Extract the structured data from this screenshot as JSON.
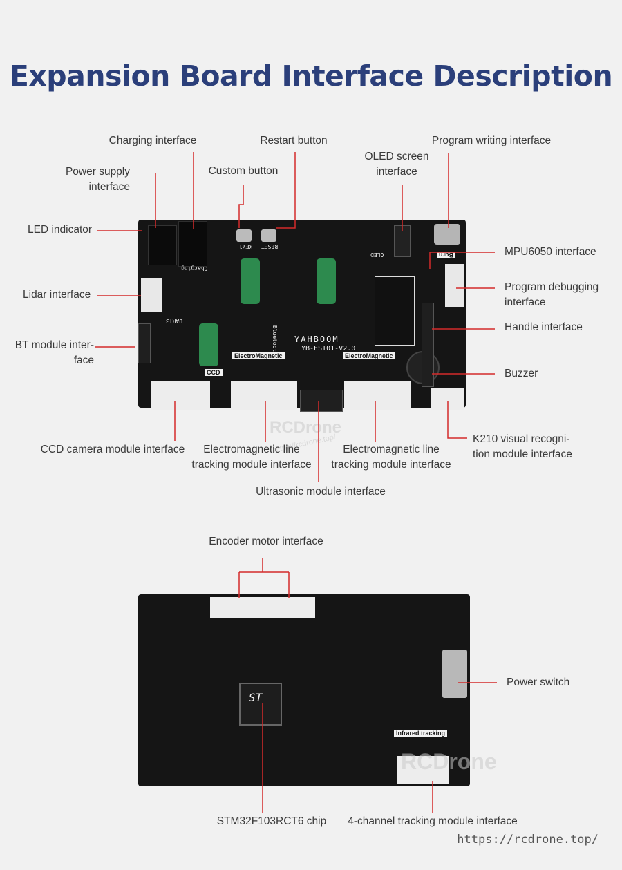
{
  "title": "Expansion Board Interface Description",
  "top_labels": {
    "charging": "Charging interface",
    "restart": "Restart button",
    "program_writing": "Program writing interface",
    "power_supply": [
      "Power supply",
      "interface"
    ],
    "custom_button": "Custom button",
    "oled": [
      "OLED screen",
      "interface"
    ],
    "led": "LED indicator",
    "mpu6050": "MPU6050 interface",
    "lidar": "Lidar interface",
    "program_debug": [
      "Program debugging",
      "interface"
    ],
    "handle": "Handle interface",
    "bt_module": [
      "BT module inter-",
      "face"
    ],
    "buzzer": "Buzzer",
    "ccd": "CCD camera module interface",
    "em1": [
      "Electromagnetic line",
      "tracking module interface"
    ],
    "em2": [
      "Electromagnetic line",
      "tracking module interface"
    ],
    "k210": [
      "K210 visual recogni-",
      "tion module interface"
    ],
    "ultrasonic": "Ultrasonic module interface"
  },
  "bottom_labels": {
    "encoder": "Encoder motor interface",
    "power_switch": "Power switch",
    "stm32": "STM32F103RCT6 chip",
    "tracking4": "4-channel tracking module interface"
  },
  "board_silk": {
    "brand": "YAHBOOM",
    "model": "YB-EST01-V2.0",
    "bluetooth": "Bluetooth",
    "em_a": "ElectroMagnetic",
    "em_b": "ElectroMagnetic",
    "ccd": "CCD",
    "uart3": "UART3",
    "burn": "Burn",
    "charging": "Charging",
    "key1": "KEY1",
    "reset": "RESET",
    "oled": "OLED",
    "infrared": "Infrared tracking",
    "chip_brand": "ST"
  },
  "watermarks": {
    "brand1": "RCDrone",
    "url_small": "https://rcdrone.top/",
    "brand2": "RCDrone",
    "footer_url": "https://rcdrone.top/"
  },
  "colors": {
    "title": "#2b3f7a",
    "leader": "#d42b2b",
    "board": "#151515"
  }
}
